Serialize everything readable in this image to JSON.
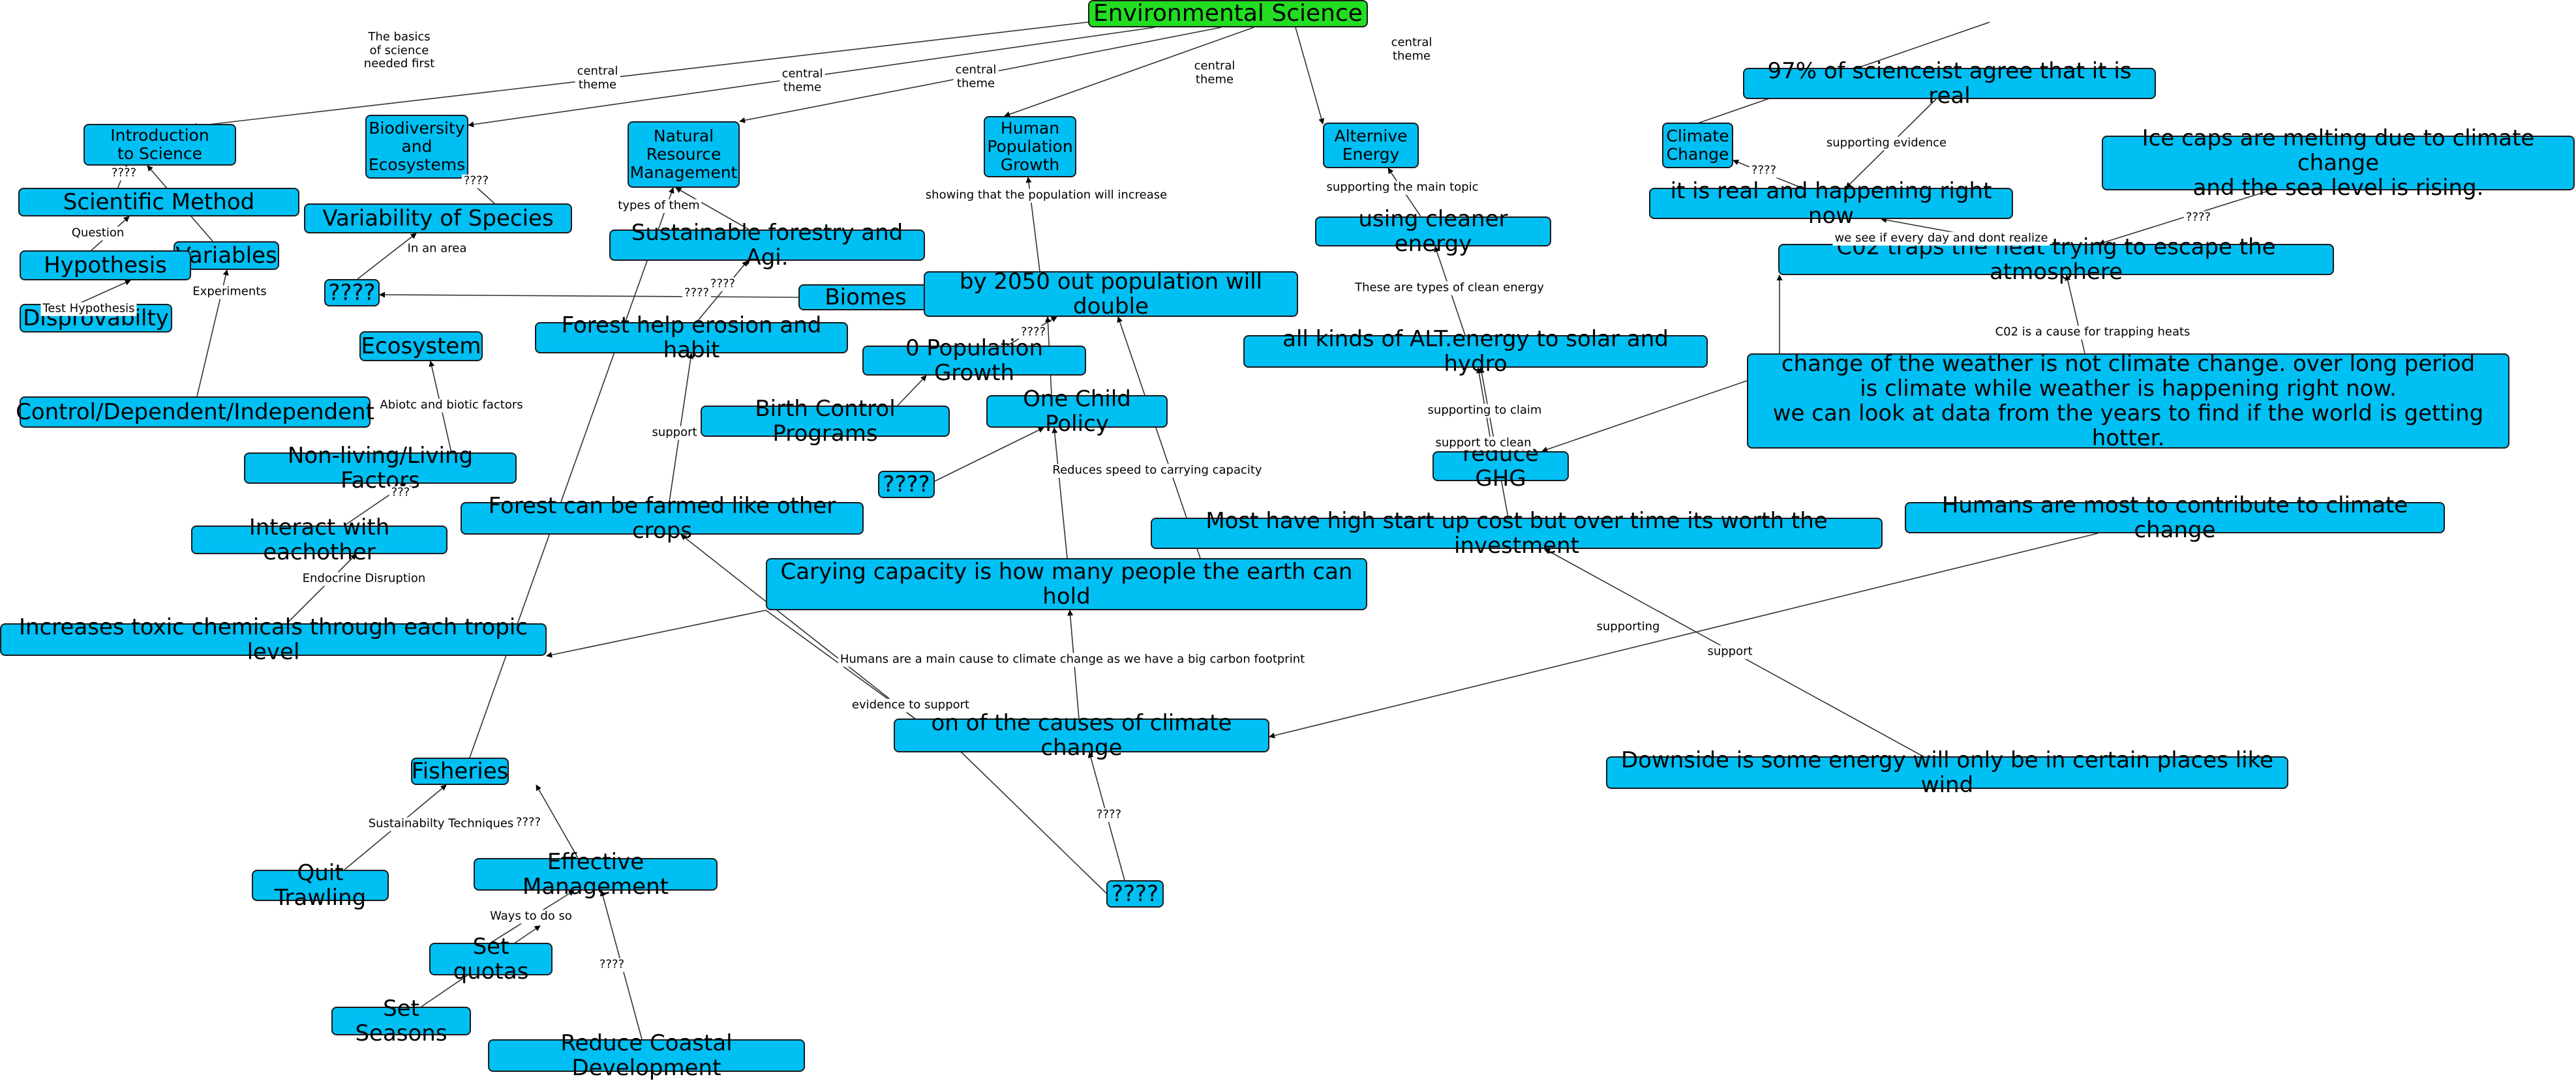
{
  "nodes": [
    {
      "id": "env",
      "label": "Environmental Science",
      "root": true
    },
    {
      "id": "intro",
      "label": "Introduction\nto Science"
    },
    {
      "id": "bio",
      "label": "Biodiversity\nand\nEcosystems"
    },
    {
      "id": "nrm",
      "label": "Natural\nResource\nManagement"
    },
    {
      "id": "hpg",
      "label": "Human\nPopulation\nGrowth"
    },
    {
      "id": "alt",
      "label": "Alternive\nEnergy"
    },
    {
      "id": "cc",
      "label": "Climate\nChange"
    },
    {
      "id": "sm",
      "label": "Scientific Method"
    },
    {
      "id": "var",
      "label": "Variables"
    },
    {
      "id": "hyp",
      "label": "Hypothesis"
    },
    {
      "id": "dis",
      "label": "Disprovabilty"
    },
    {
      "id": "cdi",
      "label": "Control/Dependent/Independent"
    },
    {
      "id": "vos",
      "label": "Variability of Species"
    },
    {
      "id": "q1",
      "label": "????"
    },
    {
      "id": "biomes",
      "label": "Biomes"
    },
    {
      "id": "eco",
      "label": "Ecosystem"
    },
    {
      "id": "nlf",
      "label": "Non-living/Living Factors"
    },
    {
      "id": "iwe",
      "label": "Interact with eachother"
    },
    {
      "id": "itc",
      "label": "Increases toxic chemicals through each tropic level"
    },
    {
      "id": "sfa",
      "label": "Sustainable forestry and Agi."
    },
    {
      "id": "fhe",
      "label": "Forest help erosion and habit"
    },
    {
      "id": "fcf",
      "label": "Forest can be farmed like other crops"
    },
    {
      "id": "fish",
      "label": "Fisheries"
    },
    {
      "id": "qt",
      "label": "Quit Trawling"
    },
    {
      "id": "em",
      "label": "Effective Management"
    },
    {
      "id": "sq",
      "label": "Set quotas"
    },
    {
      "id": "ss",
      "label": "Set Seasons"
    },
    {
      "id": "rcd",
      "label": "Reduce Coastal Development"
    },
    {
      "id": "b2050",
      "label": "by 2050 out population will double"
    },
    {
      "id": "zpg",
      "label": "0 Population Growth"
    },
    {
      "id": "bcp",
      "label": "Birth Control Programs"
    },
    {
      "id": "ocp",
      "label": "One Child Policy"
    },
    {
      "id": "q2",
      "label": "????"
    },
    {
      "id": "cap",
      "label": "Carying capacity is how many people the earth can hold"
    },
    {
      "id": "cause",
      "label": "on of the causes of climate change"
    },
    {
      "id": "q3",
      "label": "????"
    },
    {
      "id": "uce",
      "label": "using cleaner energy"
    },
    {
      "id": "akae",
      "label": "all kinds of ALT.energy to solar and hydro"
    },
    {
      "id": "rghg",
      "label": "reduce GHG"
    },
    {
      "id": "mhsc",
      "label": "Most have high start up cost but over time its worth the investment"
    },
    {
      "id": "down",
      "label": "Downside is some energy will only be in certain places like wind"
    },
    {
      "id": "p97",
      "label": "97% of scienceist agree that it is real"
    },
    {
      "id": "real",
      "label": "it is real and happening right now"
    },
    {
      "id": "ice",
      "label": "Ice caps are melting due to climate change\nand the sea level is rising."
    },
    {
      "id": "co2",
      "label": "C02 traps the heat trying to escape the atmosphere"
    },
    {
      "id": "wx",
      "label": "change of the weather is not climate change. over long period\nis climate while weather is happening right now.\nwe can look at data from the years to find if the world is getting hotter."
    },
    {
      "id": "hmc",
      "label": "Humans are most to contribute to climate change"
    }
  ],
  "edges": [
    {
      "from": "env",
      "to": "intro",
      "label": "The basics\nof science\nneeded first"
    },
    {
      "from": "env",
      "to": "bio",
      "label": "central\ntheme"
    },
    {
      "from": "env",
      "to": "nrm",
      "label": "central\ntheme"
    },
    {
      "from": "env",
      "to": "hpg",
      "label": "central\ntheme"
    },
    {
      "from": "env",
      "to": "alt",
      "label": "central\ntheme"
    },
    {
      "from": "env",
      "to": "cc",
      "label": "central\ntheme"
    },
    {
      "from": "sm",
      "to": "intro",
      "label": "????"
    },
    {
      "from": "var",
      "to": "intro",
      "label": ""
    },
    {
      "from": "hyp",
      "to": "sm",
      "label": "Question"
    },
    {
      "from": "dis",
      "to": "hyp",
      "label": "Test Hypothesis"
    },
    {
      "from": "cdi",
      "to": "var",
      "label": "Experiments"
    },
    {
      "from": "vos",
      "to": "bio",
      "label": "????"
    },
    {
      "from": "q1",
      "to": "vos",
      "label": "In an area"
    },
    {
      "from": "biomes",
      "to": "q1",
      "label": "????"
    },
    {
      "from": "nlf",
      "to": "eco",
      "label": "Abiotc and biotic factors"
    },
    {
      "from": "iwe",
      "to": "nlf",
      "label": "???"
    },
    {
      "from": "itc",
      "to": "iwe",
      "label": "Endocrine Disruption"
    },
    {
      "from": "sfa",
      "to": "nrm",
      "label": "types of them"
    },
    {
      "from": "fhe",
      "to": "sfa",
      "label": "????"
    },
    {
      "from": "fcf",
      "to": "fhe",
      "label": "support"
    },
    {
      "from": "fish",
      "to": "nrm",
      "label": ""
    },
    {
      "from": "qt",
      "to": "fish",
      "label": "Sustainabilty Techniques"
    },
    {
      "from": "em",
      "to": "fish",
      "label": "????"
    },
    {
      "from": "sq",
      "to": "em",
      "label": "Ways to do so"
    },
    {
      "from": "ss",
      "to": "em",
      "label": ""
    },
    {
      "from": "rcd",
      "to": "em",
      "label": "????"
    },
    {
      "from": "b2050",
      "to": "hpg",
      "label": "showing that the population will increase"
    },
    {
      "from": "zpg",
      "to": "b2050",
      "label": "????"
    },
    {
      "from": "bcp",
      "to": "zpg",
      "label": ""
    },
    {
      "from": "ocp",
      "to": "b2050",
      "label": ""
    },
    {
      "from": "q2",
      "to": "ocp",
      "label": ""
    },
    {
      "from": "cap",
      "to": "ocp",
      "label": ""
    },
    {
      "from": "cap",
      "to": "b2050",
      "label": "Reduces speed to carrying capacity"
    },
    {
      "from": "cause",
      "to": "fcf",
      "label": "evidence to support"
    },
    {
      "from": "cause",
      "to": "cap",
      "label": "Humans are a main cause to climate change as we have a big carbon footprint"
    },
    {
      "from": "q3",
      "to": "cause",
      "label": "????"
    },
    {
      "from": "q3",
      "to": "itc",
      "label": ""
    },
    {
      "from": "uce",
      "to": "alt",
      "label": "supporting the main topic"
    },
    {
      "from": "akae",
      "to": "uce",
      "label": "These are types of clean energy"
    },
    {
      "from": "rghg",
      "to": "akae",
      "label": "supporting to claim"
    },
    {
      "from": "mhsc",
      "to": "akae",
      "label": ""
    },
    {
      "from": "down",
      "to": "mhsc",
      "label": "support"
    },
    {
      "from": "hmc",
      "to": "cause",
      "label": "supporting"
    },
    {
      "from": "real",
      "to": "cc",
      "label": "????"
    },
    {
      "from": "p97",
      "to": "real",
      "label": "supporting evidence"
    },
    {
      "from": "co2",
      "to": "real",
      "label": "we see if every day and dont realize"
    },
    {
      "from": "ice",
      "to": "co2",
      "label": "????"
    },
    {
      "from": "wx",
      "to": "co2",
      "label": "C02 is a cause for trapping heats"
    },
    {
      "from": "wx",
      "to": "co2",
      "label": ""
    },
    {
      "from": "wx",
      "to": "rghg",
      "label": "support to clean"
    }
  ]
}
